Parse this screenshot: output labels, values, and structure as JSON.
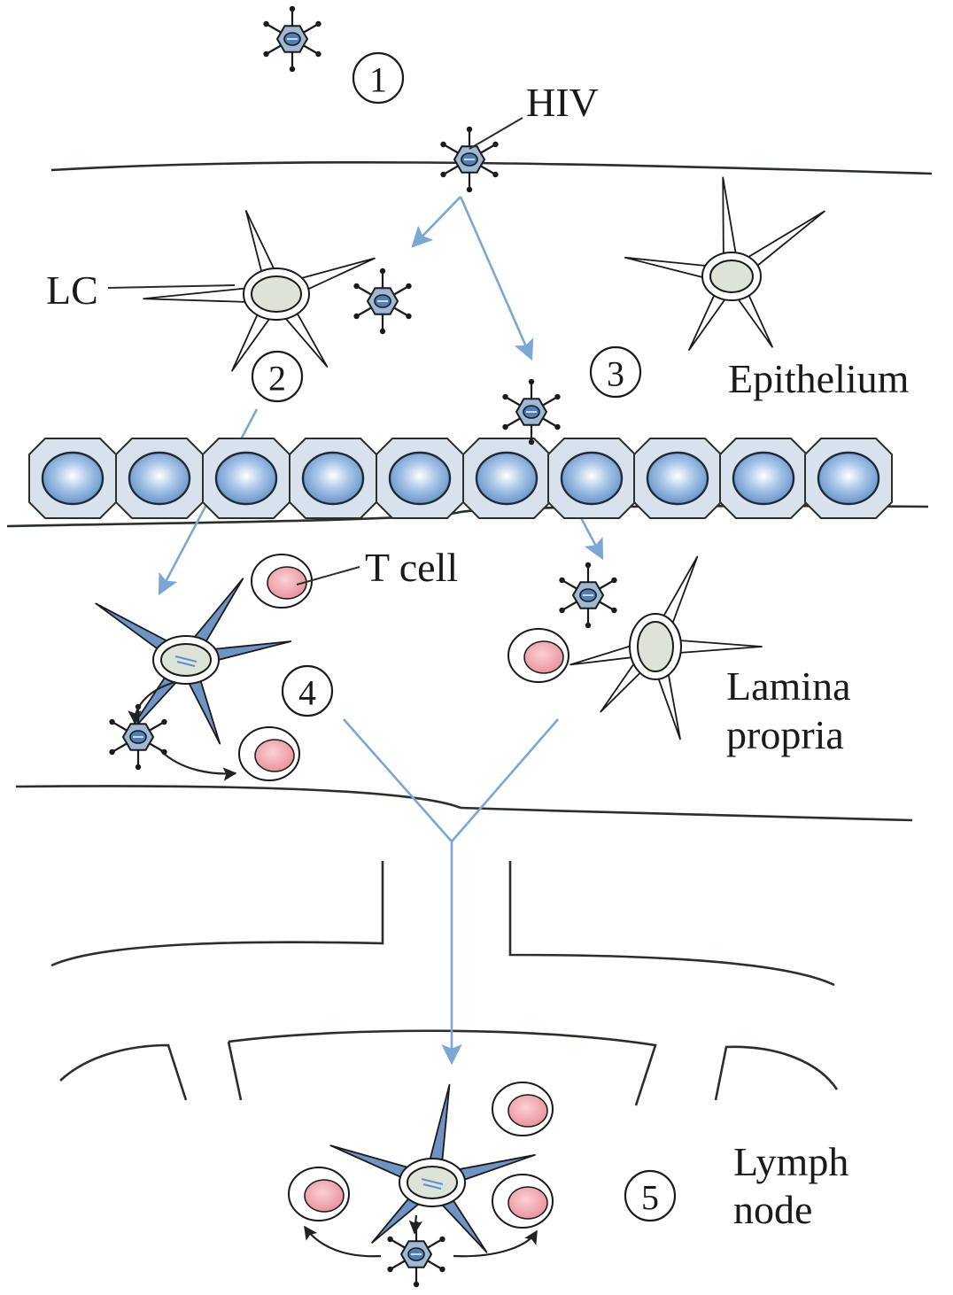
{
  "labels": {
    "hiv": "HIV",
    "lc": "LC",
    "t_cell": "T cell",
    "epithelium": "Epithelium",
    "lamina_line1": "Lamina",
    "lamina_line2": "propria",
    "lymph_line1": "Lymph",
    "lymph_line2": "node"
  },
  "steps": [
    "1",
    "2",
    "3",
    "4",
    "5"
  ],
  "colors": {
    "arrow": "#7ba7d4",
    "virus_core": "#4f7fb5",
    "epi_nucleus": "#6f9fd4",
    "epi_cell": "#d7e2ec",
    "t_cell_nucleus": "#ee9aa2",
    "lc_nucleus": "#dde3d7",
    "dc_arm": "#6f93c2"
  }
}
